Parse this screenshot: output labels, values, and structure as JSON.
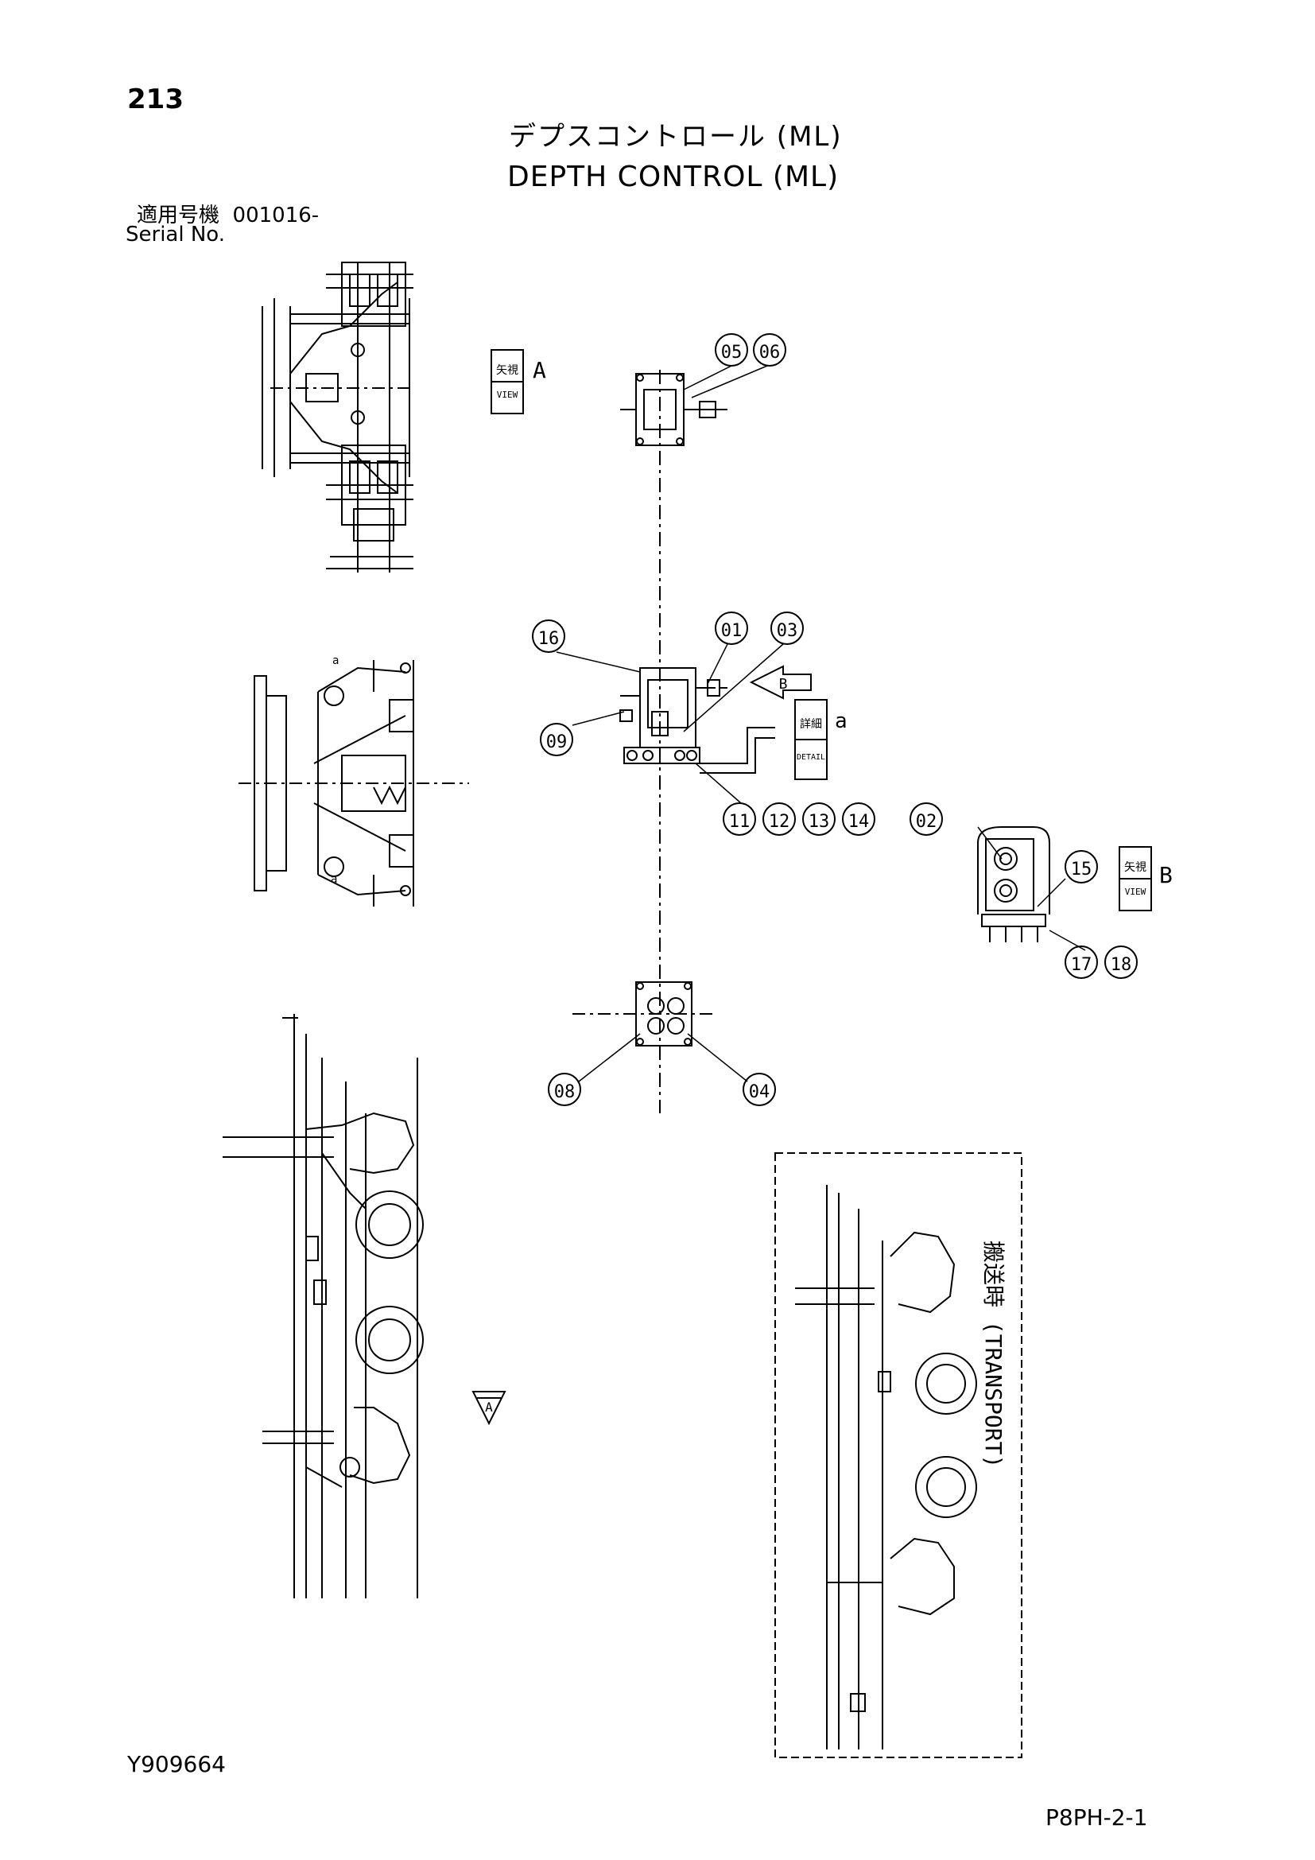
{
  "page": {
    "number": "213",
    "doc_id": "Y909664",
    "sheet_id": "P8PH-2-1"
  },
  "title": {
    "japanese": "デプスコントロール (ML)",
    "english": "DEPTH CONTROL (ML)"
  },
  "serial": {
    "japanese_label": "適用号機",
    "value": "001016-",
    "english_label": "Serial No."
  },
  "view_labels": {
    "view_a": {
      "jp": "矢視",
      "en": "VIEW",
      "letter": "A"
    },
    "view_b": {
      "jp": "矢視",
      "en": "VIEW",
      "letter": "B"
    },
    "detail_a": {
      "jp": "詳細",
      "en": "DETAIL",
      "letter": "a"
    }
  },
  "callouts": [
    "01",
    "02",
    "03",
    "04",
    "05",
    "06",
    "08",
    "09",
    "11",
    "12",
    "13",
    "14",
    "15",
    "16",
    "17",
    "18"
  ],
  "arrow_labels": {
    "b": "B",
    "a": "A",
    "detail_small_a_1": "a",
    "detail_small_a_2": "a"
  },
  "transport_caption": "搬送時 (TRANSPORT)"
}
